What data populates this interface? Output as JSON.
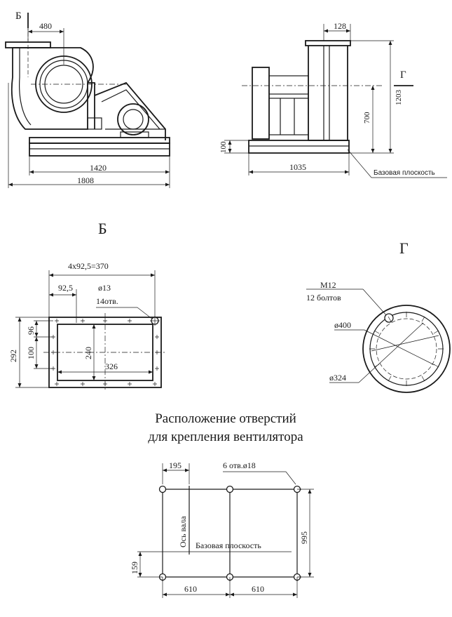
{
  "views": {
    "b_marker": "Б",
    "g_marker": "Г",
    "b_title": "Б",
    "g_title": "Г"
  },
  "front_view": {
    "dim_480": "480",
    "dim_1420": "1420",
    "dim_1808": "1808"
  },
  "side_view": {
    "dim_128": "128",
    "dim_1203": "1203",
    "dim_700": "700",
    "dim_100": "100",
    "dim_1035": "1035",
    "base_plane_note": "Базовая плоскость"
  },
  "view_b": {
    "dim_4x92": "4x92,5=370",
    "dim_92": "92,5",
    "dim_d13": "ø13",
    "holes_14": "14отв.",
    "dim_96": "96",
    "dim_100": "100",
    "dim_292": "292",
    "dim_240": "240",
    "dim_326": "326"
  },
  "view_g": {
    "m12": "M12",
    "bolts": "12 болтов",
    "d400": "ø400",
    "d324": "ø324"
  },
  "caption": {
    "line1": "Расположение отверстий",
    "line2": "для крепления вентилятора"
  },
  "bottom": {
    "dim_195": "195",
    "holes_6": "6 отв.ø18",
    "axis_label": "Ось вала",
    "base_plane": "Базовая плоскость",
    "dim_995": "995",
    "dim_159": "159",
    "dim_610_left": "610",
    "dim_610_right": "610"
  }
}
